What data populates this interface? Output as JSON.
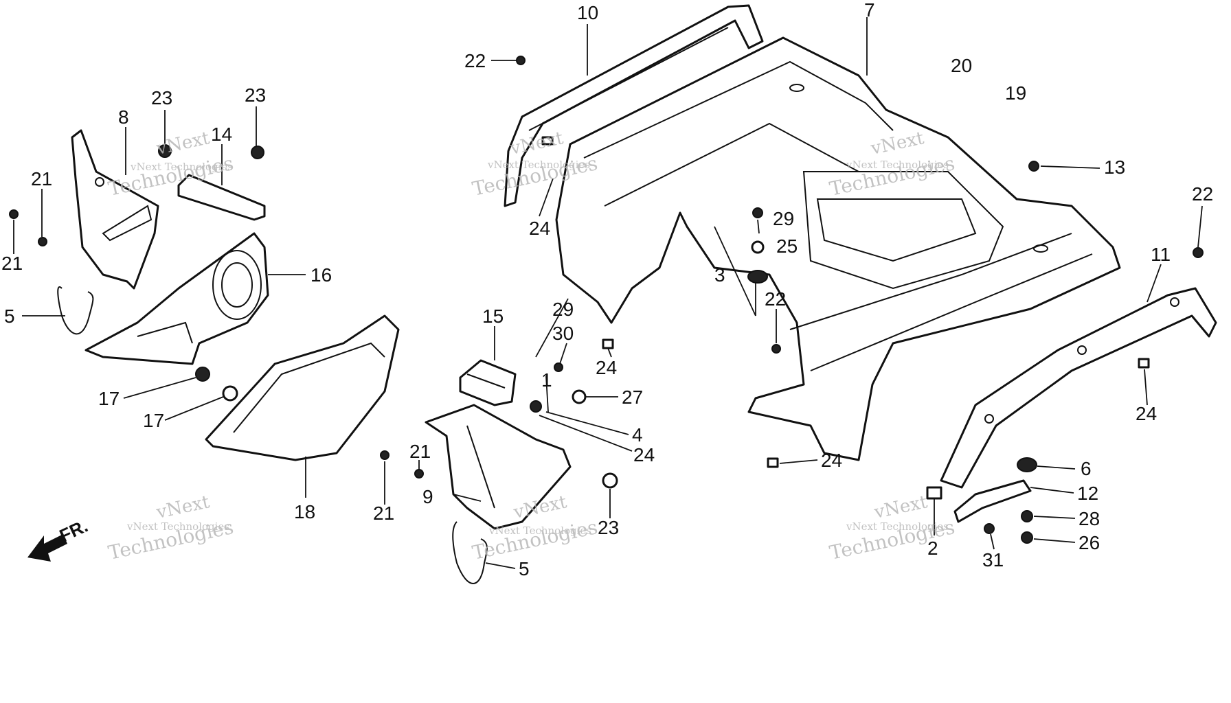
{
  "watermark": {
    "line1": "vNext",
    "line2": "vNext Technologies",
    "line3": "Technologies"
  },
  "front_label": "FR.",
  "callouts": {
    "p10": "10",
    "p7": "7",
    "p22a": "22",
    "p20": "20",
    "p19": "19",
    "p13": "13",
    "p22b": "22",
    "p11": "11",
    "p8": "8",
    "p23a": "23",
    "p23b": "23",
    "p14": "14",
    "p21a": "21",
    "p21b": "21",
    "p16": "16",
    "p5a": "5",
    "p17a": "17",
    "p17b": "17",
    "p18": "18",
    "p24a": "24",
    "p29a": "29",
    "p25": "25",
    "p3": "3",
    "p22c": "22",
    "p24b": "24",
    "p15": "15",
    "p29b": "29",
    "p30": "30",
    "p1": "1",
    "p27": "27",
    "p4": "4",
    "p24c": "24",
    "p21c": "21",
    "p21d": "21",
    "p9": "9",
    "p23c": "23",
    "p5b": "5",
    "p24d": "24",
    "p24e": "24",
    "p6": "6",
    "p12": "12",
    "p28": "28",
    "p26": "26",
    "p2": "2",
    "p31": "31"
  }
}
